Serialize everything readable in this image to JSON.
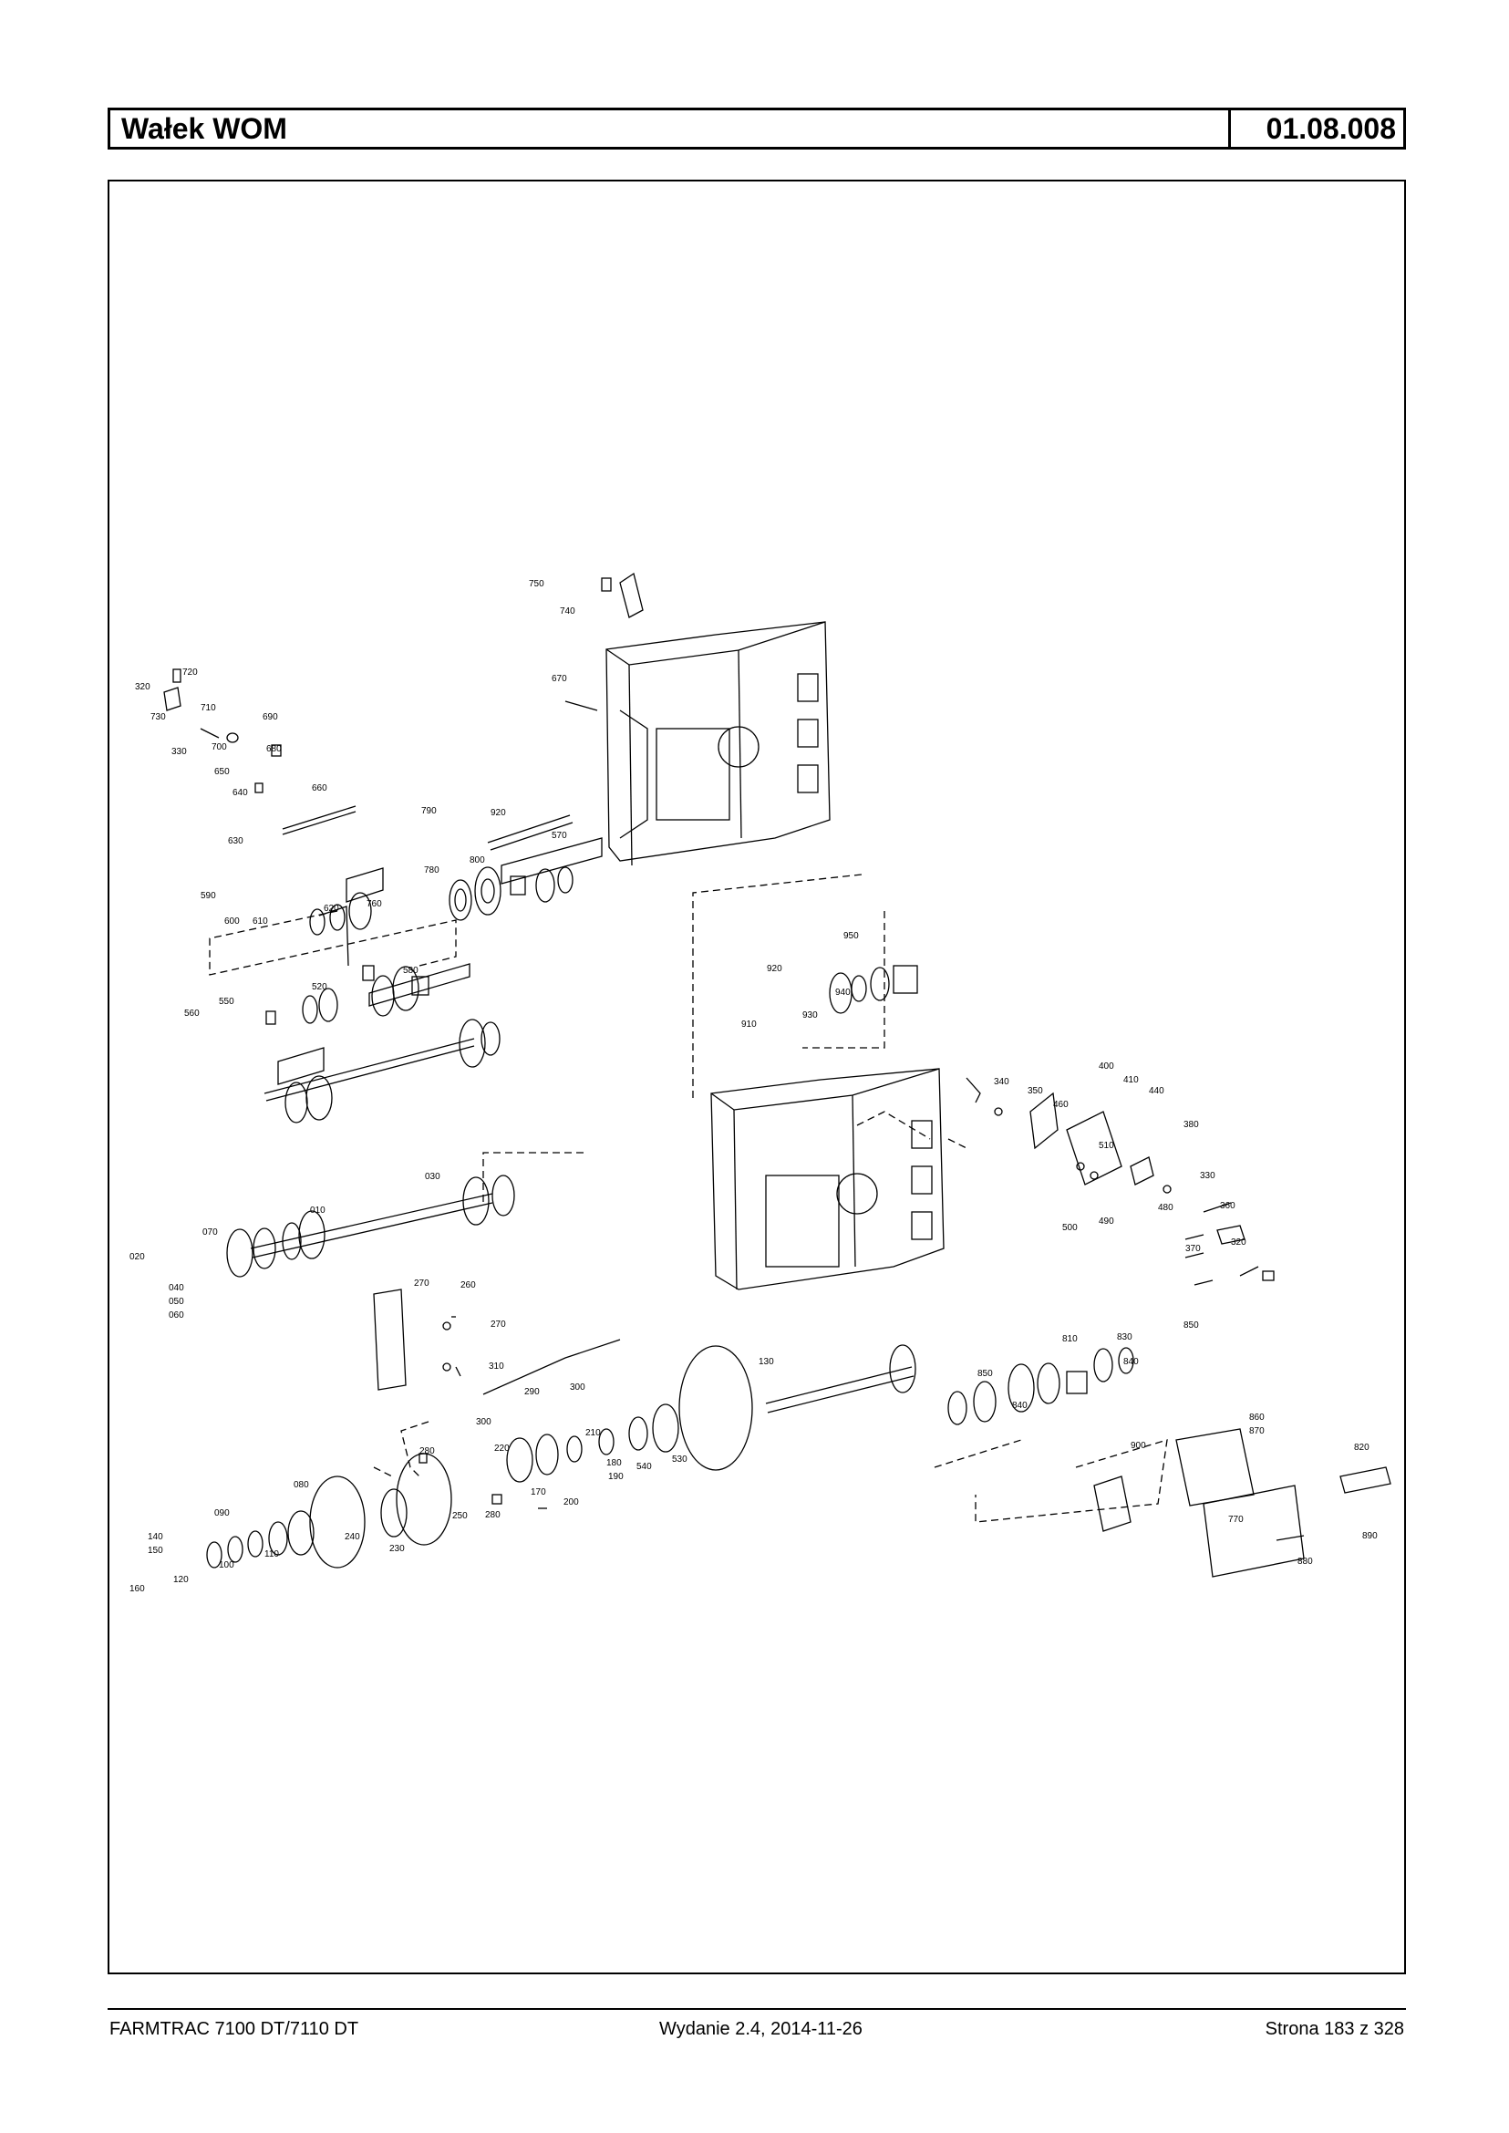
{
  "header": {
    "title": "Wałek WOM",
    "code": "01.08.008"
  },
  "footer": {
    "model": "FARMTRAC 7100 DT/7110 DT",
    "edition": "Wydanie 2.4,  2014-11-26",
    "page": "Strona 183 z 328"
  },
  "part_labels": [
    "750",
    "740",
    "670",
    "720",
    "320",
    "710",
    "690",
    "730",
    "700",
    "680",
    "330",
    "650",
    "640",
    "660",
    "790",
    "920",
    "570",
    "630",
    "780",
    "800",
    "620",
    "760",
    "590",
    "600",
    "610",
    "580",
    "520",
    "550",
    "560",
    "950",
    "920",
    "940",
    "910",
    "930",
    "400",
    "410",
    "340",
    "350",
    "440",
    "460",
    "380",
    "510",
    "330",
    "360",
    "480",
    "490",
    "500",
    "370",
    "320",
    "030",
    "010",
    "070",
    "020",
    "040",
    "050",
    "060",
    "270",
    "260",
    "270",
    "310",
    "290",
    "300",
    "300",
    "130",
    "850",
    "810",
    "830",
    "840",
    "850",
    "840",
    "860",
    "870",
    "900",
    "820",
    "280",
    "220",
    "210",
    "180",
    "190",
    "540",
    "530",
    "170",
    "200",
    "250",
    "280",
    "080",
    "090",
    "240",
    "230",
    "140",
    "150",
    "110",
    "100",
    "120",
    "160",
    "770",
    "890",
    "880"
  ]
}
